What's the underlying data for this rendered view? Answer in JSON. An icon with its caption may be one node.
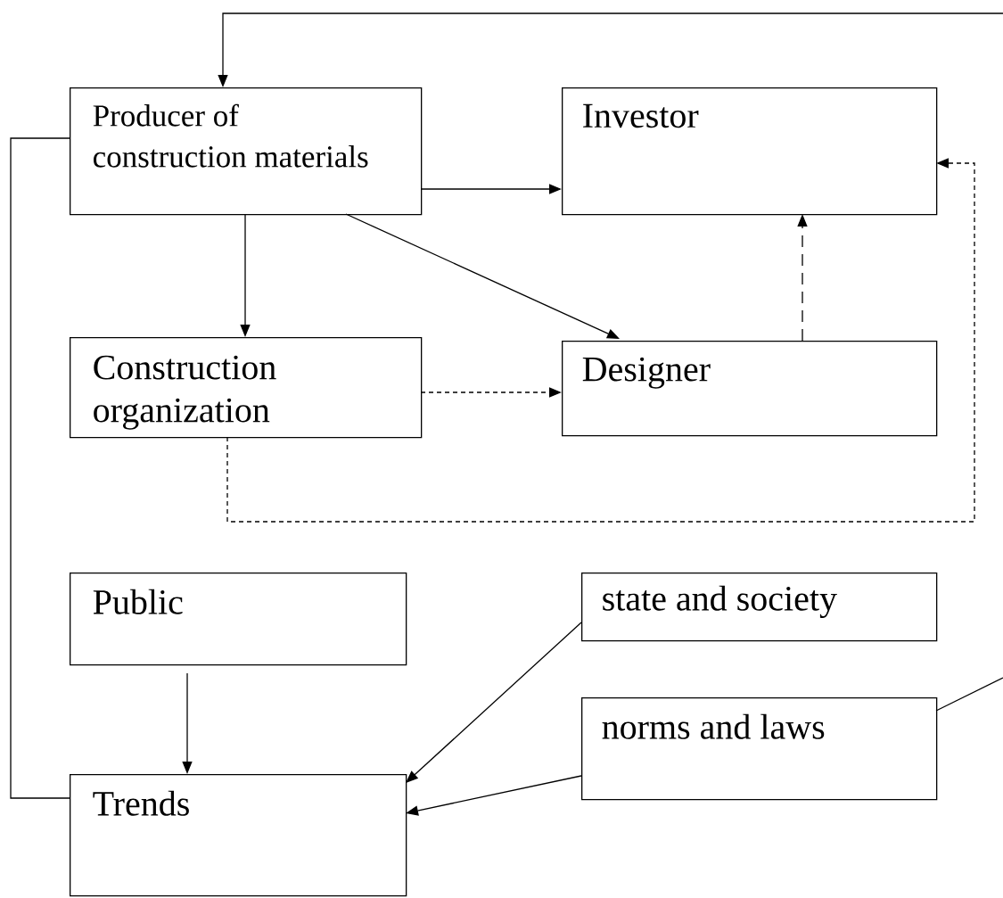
{
  "diagram": {
    "nodes": [
      {
        "text": [
          "Producer of construction materials"
        ]
      },
      {
        "text": [
          "Investor"
        ]
      },
      {
        "text": [
          "Construction organization"
        ]
      },
      {
        "text": [
          "Designer"
        ]
      },
      {
        "text": [
          "Public"
        ]
      },
      {
        "text": [
          "state and society"
        ]
      },
      {
        "text": [
          "norms and laws"
        ]
      },
      {
        "text": [
          "Trends"
        ]
      }
    ],
    "edges": [
      {
        "from": 0,
        "to": 1,
        "arrow": "to"
      },
      {
        "from": 0,
        "to": 2,
        "arrow": "to"
      },
      {
        "from": 0,
        "to": 3,
        "arrow": "to"
      },
      {
        "from": 2,
        "to": 3,
        "arrow": "to",
        "style": "dashed"
      },
      {
        "from": 3,
        "to": 1,
        "arrow": "to",
        "style": "dashed"
      },
      {
        "from": 2,
        "to": 1,
        "arrow": "to",
        "style": "dashed"
      },
      {
        "from": 0,
        "to": 7,
        "arrow": "none"
      },
      {
        "from": 4,
        "to": 7,
        "arrow": "to"
      },
      {
        "from": 5,
        "to": 7,
        "arrow": "to"
      },
      {
        "from": 6,
        "to": 7,
        "arrow": "to"
      },
      {
        "from": 6,
        "to": null,
        "arrow": "none"
      },
      {
        "from": null,
        "to": 0,
        "arrow": "to"
      }
    ]
  }
}
